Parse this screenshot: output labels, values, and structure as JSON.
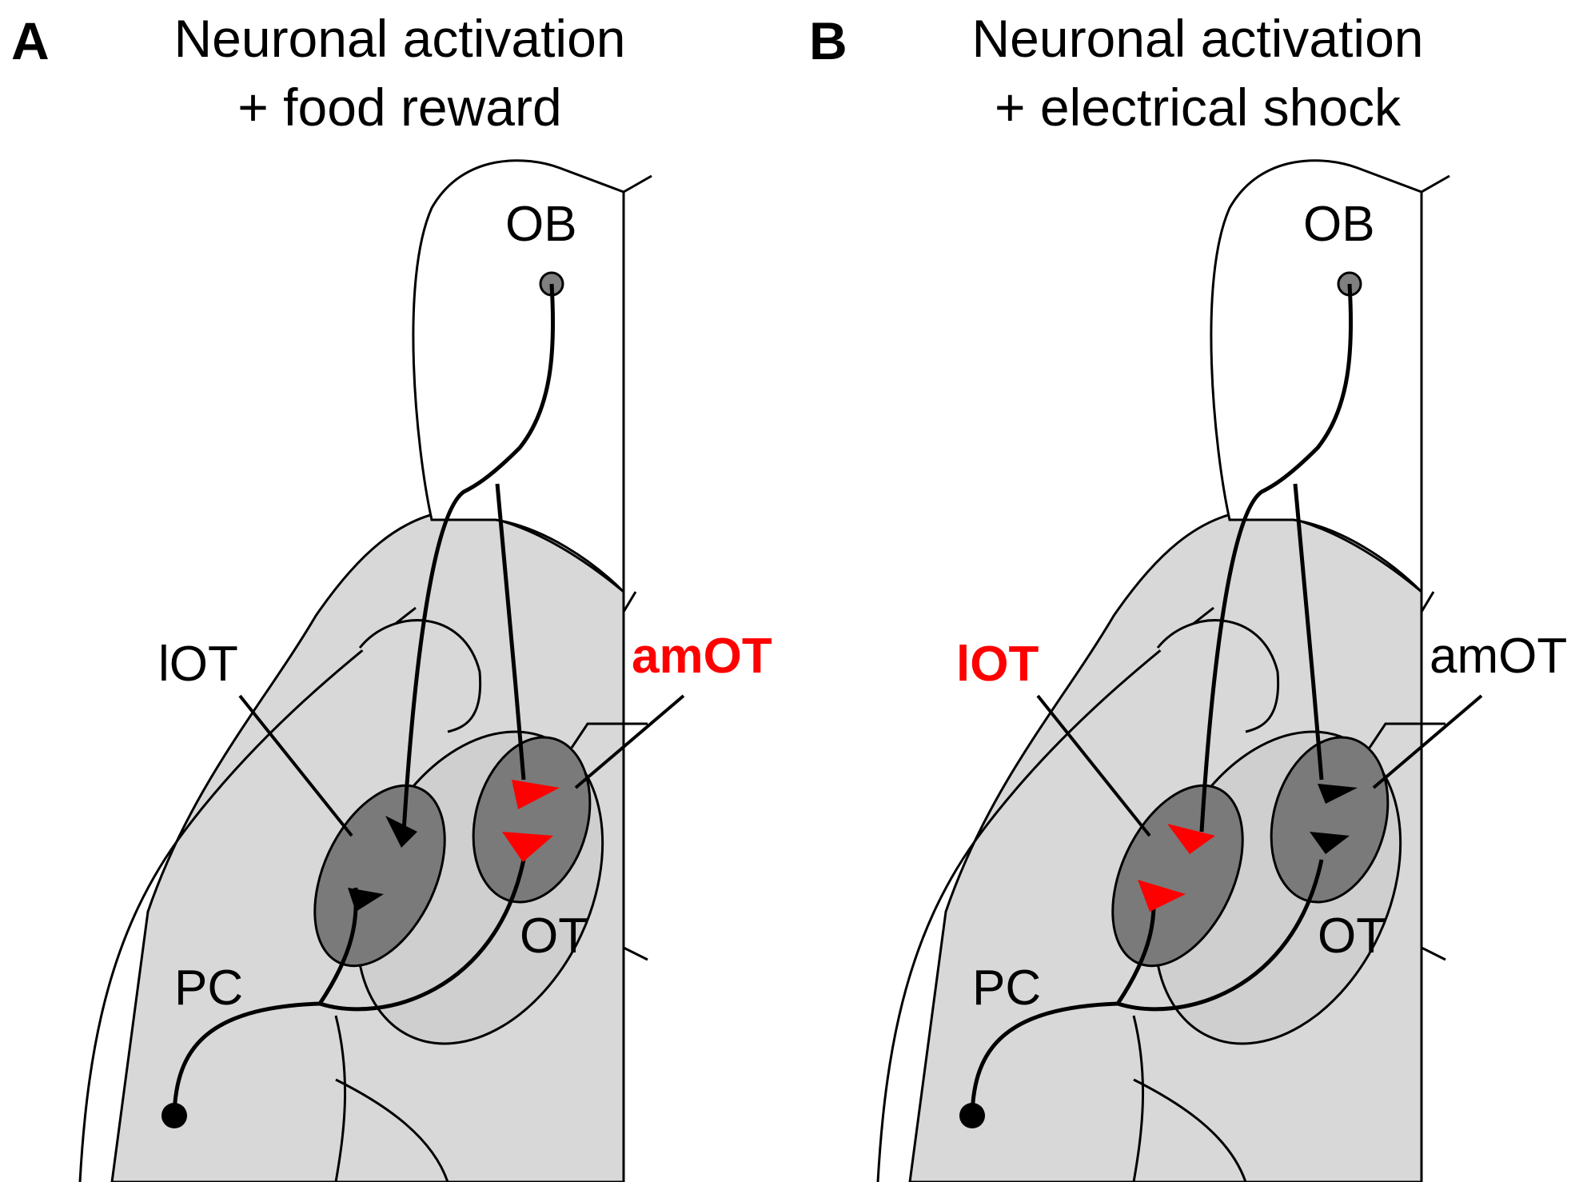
{
  "panels": [
    {
      "letter": "A",
      "title_line1": "Neuronal activation",
      "title_line2": "+ food reward",
      "labels": {
        "ob": "OB",
        "lot": "lOT",
        "amot": "amOT",
        "ot": "OT",
        "pc": "PC"
      },
      "activated_region": "amOT",
      "highlight_color": "#ff0000"
    },
    {
      "letter": "B",
      "title_line1": "Neuronal activation",
      "title_line2": "+ electrical shock",
      "labels": {
        "ob": "OB",
        "lot": "lOT",
        "amot": "amOT",
        "ot": "OT",
        "pc": "PC"
      },
      "activated_region": "lOT",
      "highlight_color": "#ff0000"
    }
  ],
  "colors": {
    "region_light": "#d8d8d8",
    "region_dark": "#7a7a7a",
    "terminal_default": "#000000",
    "terminal_active": "#ff0000",
    "bulb_cell": "#808080"
  }
}
